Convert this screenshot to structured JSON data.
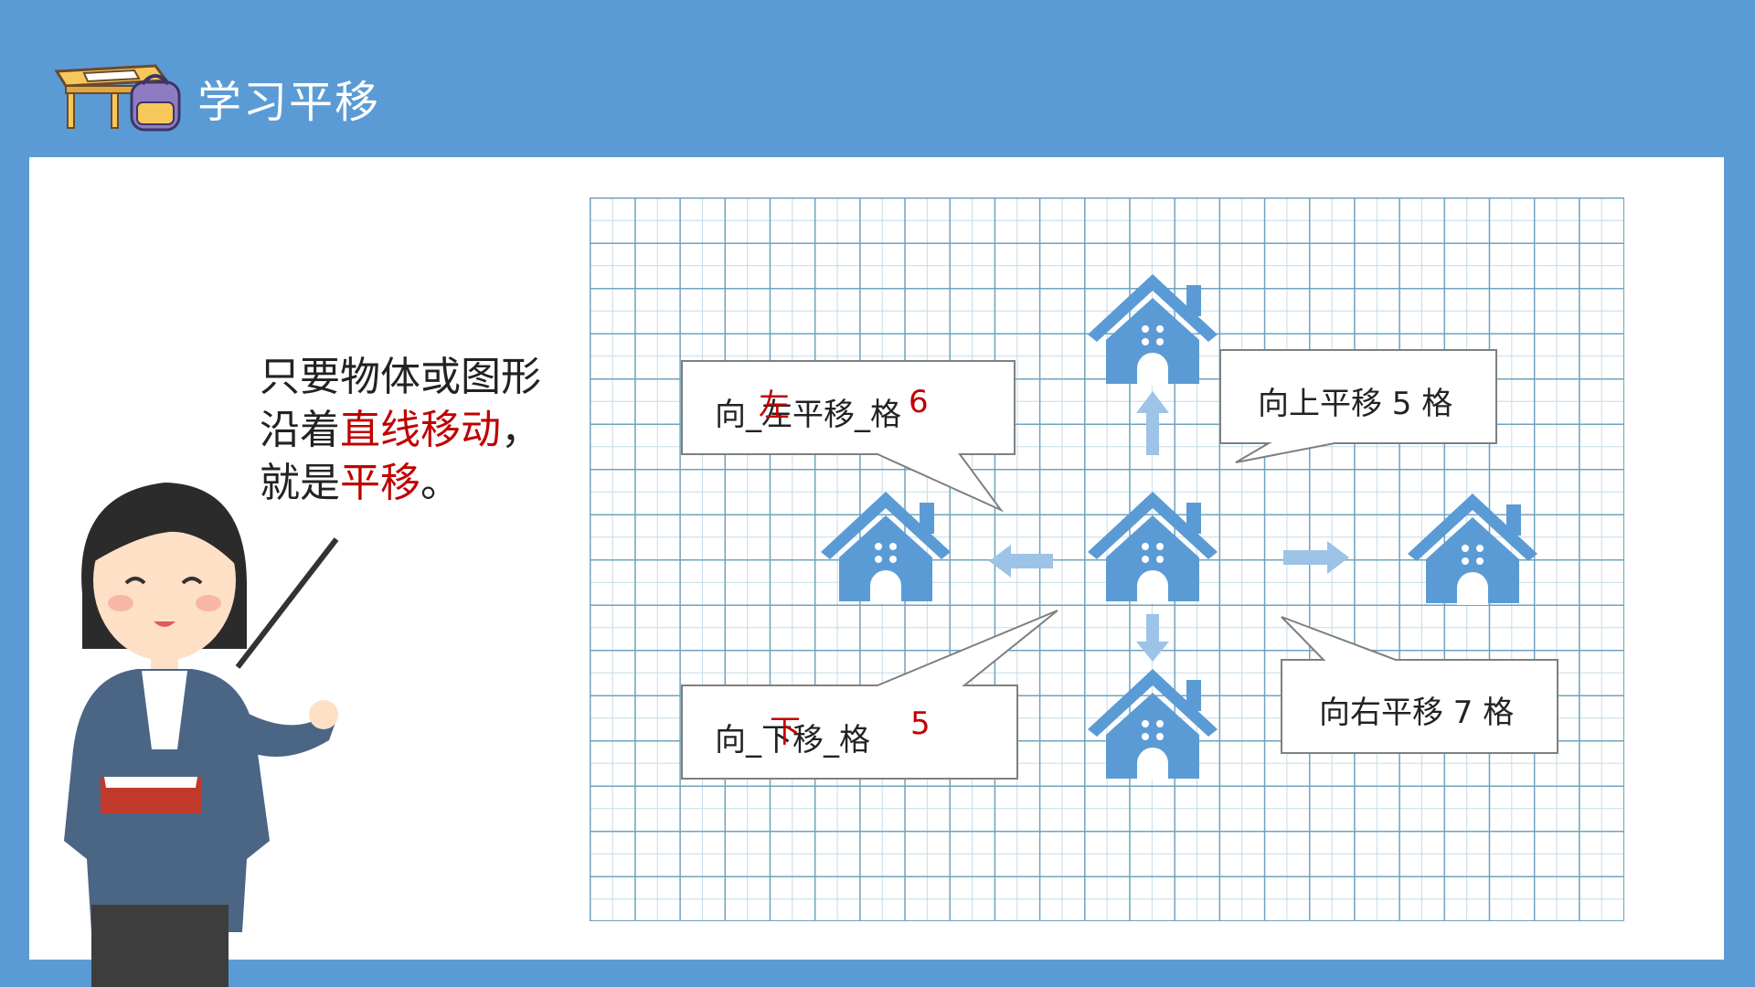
{
  "header": {
    "title": "学习平移",
    "icon": "desk-and-backpack-icon"
  },
  "lesson": {
    "line1": "只要物体或图形",
    "line2_prefix": "沿着",
    "line2_highlight": "直线移动",
    "line2_suffix": "，",
    "line3_prefix": "就是",
    "line3_highlight": "平移",
    "line3_suffix": "。"
  },
  "callouts": {
    "left": {
      "text": "向_左平移_格",
      "answer_direction": "左",
      "answer_count": "6"
    },
    "up": {
      "text": "向上平移 5 格"
    },
    "down": {
      "text": "向_下移_格",
      "answer_direction": "下",
      "answer_count": "5"
    },
    "right": {
      "text": "向右平移 7 格"
    }
  },
  "colors": {
    "background": "#5b9bd5",
    "house": "#5b9bd5",
    "arrow": "#9dc3e6",
    "highlight": "#c00000",
    "grid": "#6fa3bf"
  }
}
